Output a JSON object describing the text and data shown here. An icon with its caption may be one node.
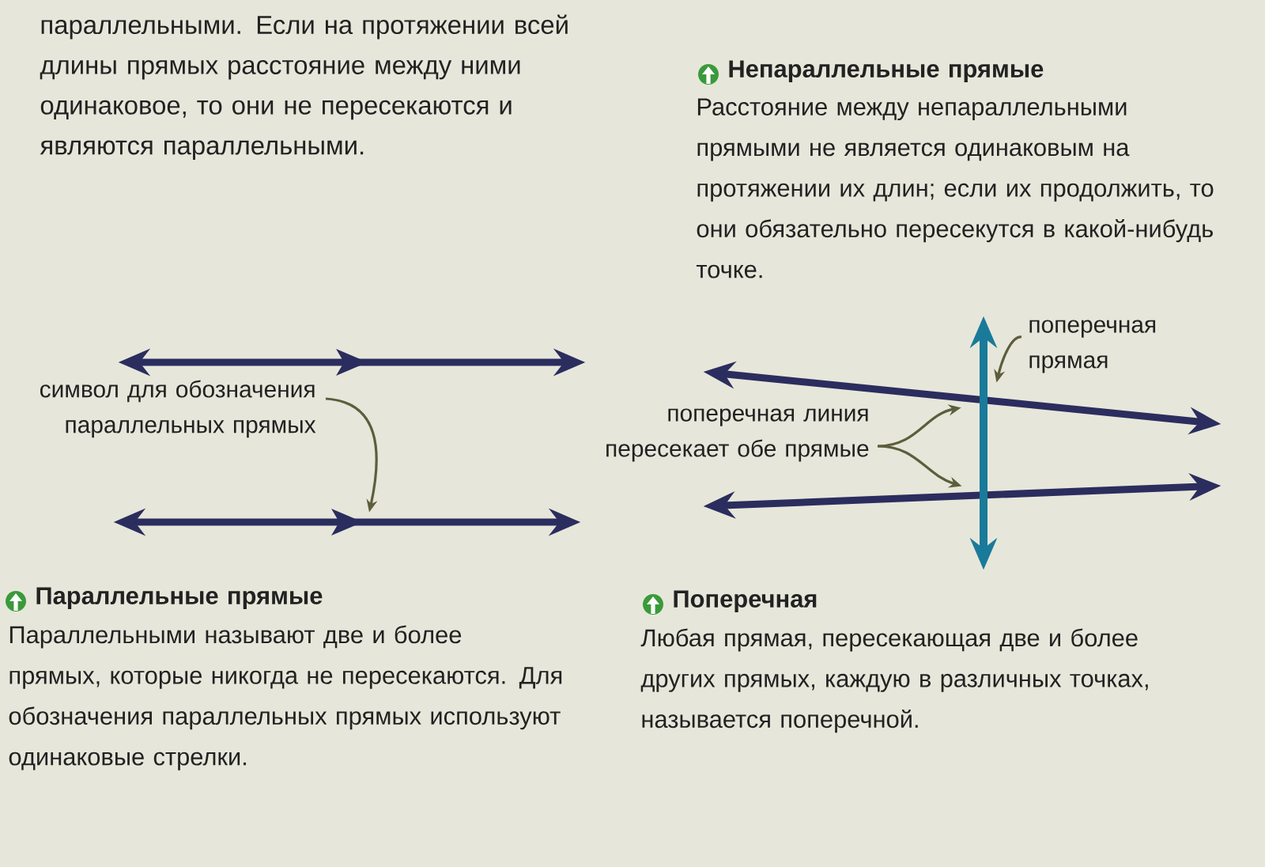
{
  "diagram": {
    "nodes": [
      {
        "text": [],
        "shape": "line"
      },
      {
        "text": [],
        "shape": "line"
      },
      {
        "text": [
          "символ для обозначения параллельных прямых"
        ]
      },
      {
        "text": [],
        "shape": "line"
      },
      {
        "text": [],
        "shape": "line"
      },
      {
        "text": [],
        "shape": "line"
      },
      {
        "text": [
          "поперечная прямая"
        ]
      },
      {
        "text": [
          "поперечная линия пересекает обе прямые"
        ]
      }
    ],
    "edges": [
      {
        "from": 2,
        "to": 1,
        "arrow": "to"
      },
      {
        "from": 6,
        "to": 5,
        "arrow": "to"
      },
      {
        "from": 7,
        "to": 3,
        "arrow": "to"
      },
      {
        "from": 7,
        "to": 4,
        "arrow": "to"
      }
    ],
    "labels": [
      "параллельными. Если на протяжении всей длины прямых расстояние между ними одинаковое, то они не пересекаются и являются параллельными.",
      "Непараллельные прямые",
      "Расстояние между непараллельными прямыми не является одинаковым на протяжении их длин; если их продолжить, то они обязательно пересекутся в какой-нибудь точке.",
      "Параллельные прямые",
      "Параллельными называют две и более прямых, которые никогда не пересекаются. Для обозначения параллельных прямых используют одинаковые стрелки.",
      "Поперечная",
      "Любая прямая, пересекающая две и более других прямых, каждую в различных точках, называется поперечной."
    ]
  }
}
